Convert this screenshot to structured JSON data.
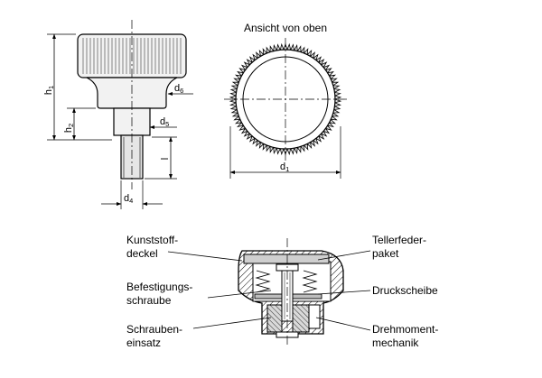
{
  "top_view": {
    "title": "Ansicht von oben"
  },
  "dimensions": {
    "h1": {
      "main": "h",
      "sub": "1"
    },
    "h2": {
      "main": "h",
      "sub": "2"
    },
    "l": {
      "main": "l"
    },
    "d1": {
      "main": "d",
      "sub": "1"
    },
    "d4": {
      "main": "d",
      "sub": "4"
    },
    "d5": {
      "main": "d",
      "sub": "5"
    },
    "d6": {
      "main": "d",
      "sub": "6"
    }
  },
  "section_labels": {
    "kunststoffdeckel": [
      "Kunststoff-",
      "deckel"
    ],
    "befestigungsschraube": [
      "Befestigungs-",
      "schraube"
    ],
    "schraubeneinsatz": [
      "Schrauben-",
      "einsatz"
    ],
    "tellerfederpaket": [
      "Tellerfeder-",
      "paket"
    ],
    "druckscheibe": [
      "Druckscheibe"
    ],
    "drehmomentmechanik": [
      "Drehmoment-",
      "mechanik"
    ]
  }
}
